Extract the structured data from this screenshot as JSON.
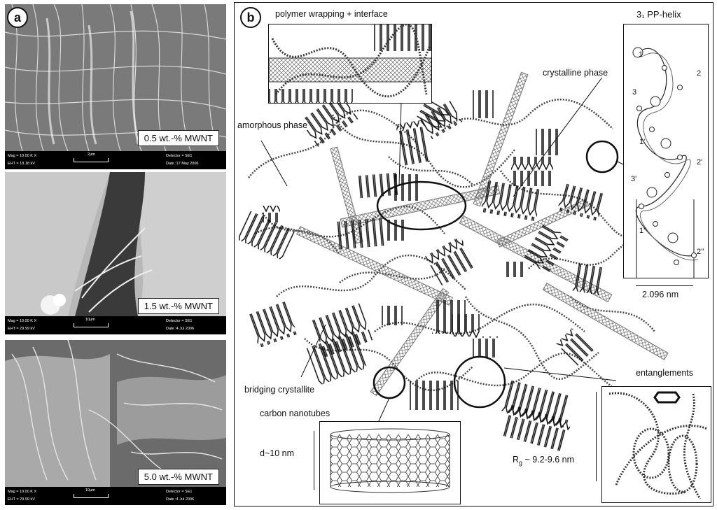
{
  "panel_a": {
    "letter": "a",
    "images": [
      {
        "label": "0.5 wt.-% MWNT",
        "mag": "Mag = 10.00 K X",
        "eht": "EHT = 18.18 kV",
        "scale": "2µm",
        "detector": "Detector = SE1",
        "date": "Date :17 May 2006"
      },
      {
        "label": "1.5 wt.-% MWNT",
        "mag": "Mag = 10.00 K X",
        "eht": "EHT = 29.99 kV",
        "scale": "10µm",
        "detector": "Detector = SE1",
        "date": "Date :4 Jul 2006"
      },
      {
        "label": "5.0 wt.-% MWNT",
        "mag": "Mag = 10.00 K X",
        "eht": "EHT = 29.99 kV",
        "scale": "10µm",
        "detector": "Detector = SE1",
        "date": "Date :4 Jul 2006"
      }
    ]
  },
  "panel_b": {
    "letter": "b",
    "labels": {
      "polymer_wrapping": "polymer wrapping + interface",
      "helix_title": "3₁ PP-helix",
      "crystalline": "crystalline phase",
      "amorphous": "amorphous phase",
      "bridging": "bridging crystallite",
      "carbon_nanotubes": "carbon nanotubes",
      "diameter": "d~10 nm",
      "entanglements": "entanglements",
      "rg": "Rg ~ 9.2-9.6 nm",
      "helix_width": "2.096 nm"
    },
    "helix_atoms": [
      "1",
      "2",
      "3",
      "1'",
      "2'",
      "3'",
      "1''",
      "2''"
    ]
  }
}
